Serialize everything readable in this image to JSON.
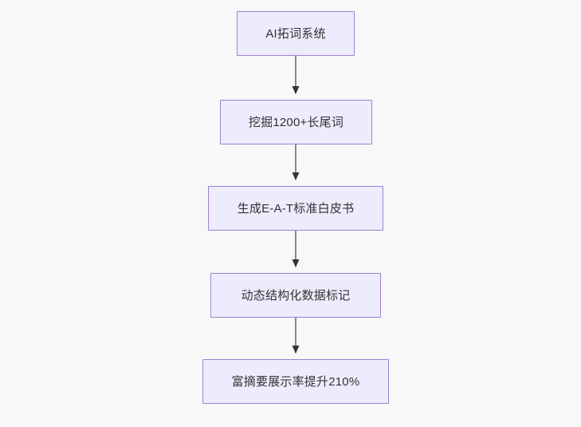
{
  "diagram": {
    "type": "flowchart",
    "direction": "top-to-bottom",
    "background_color": "#f8f8f8",
    "node_fill_color": "#ececfd",
    "node_border_color": "#9f7fd4",
    "node_text_color": "#333333",
    "edge_line_color": "#888888",
    "edge_arrow_color": "#333333",
    "nodes": [
      {
        "id": "n0",
        "label": "AI拓词系统"
      },
      {
        "id": "n1",
        "label": "挖掘1200+长尾词"
      },
      {
        "id": "n2",
        "label": "生成E-A-T标准白皮书"
      },
      {
        "id": "n3",
        "label": "动态结构化数据标记"
      },
      {
        "id": "n4",
        "label": "富摘要展示率提升210%"
      }
    ],
    "edges": [
      {
        "from": "n0",
        "to": "n1",
        "label": ""
      },
      {
        "from": "n1",
        "to": "n2",
        "label": ""
      },
      {
        "from": "n2",
        "to": "n3",
        "label": ""
      },
      {
        "from": "n3",
        "to": "n4",
        "label": ""
      }
    ]
  }
}
